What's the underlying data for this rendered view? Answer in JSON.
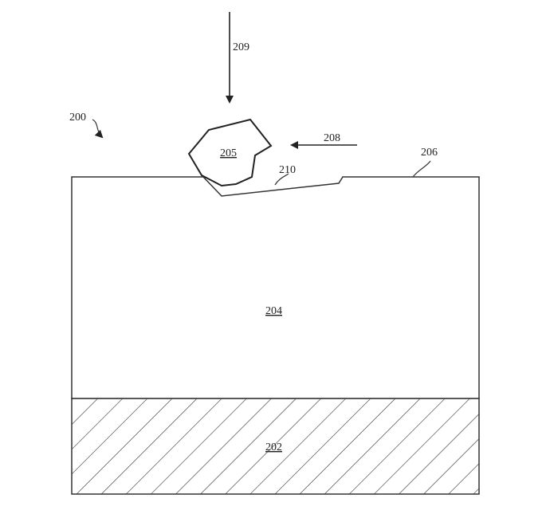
{
  "figure": {
    "reference_numerals": {
      "assembly": "200",
      "substrate": "202",
      "layer": "204",
      "particle": "205",
      "surface": "206",
      "lateral_force": "208",
      "vertical_force": "209",
      "gouge": "210"
    }
  }
}
